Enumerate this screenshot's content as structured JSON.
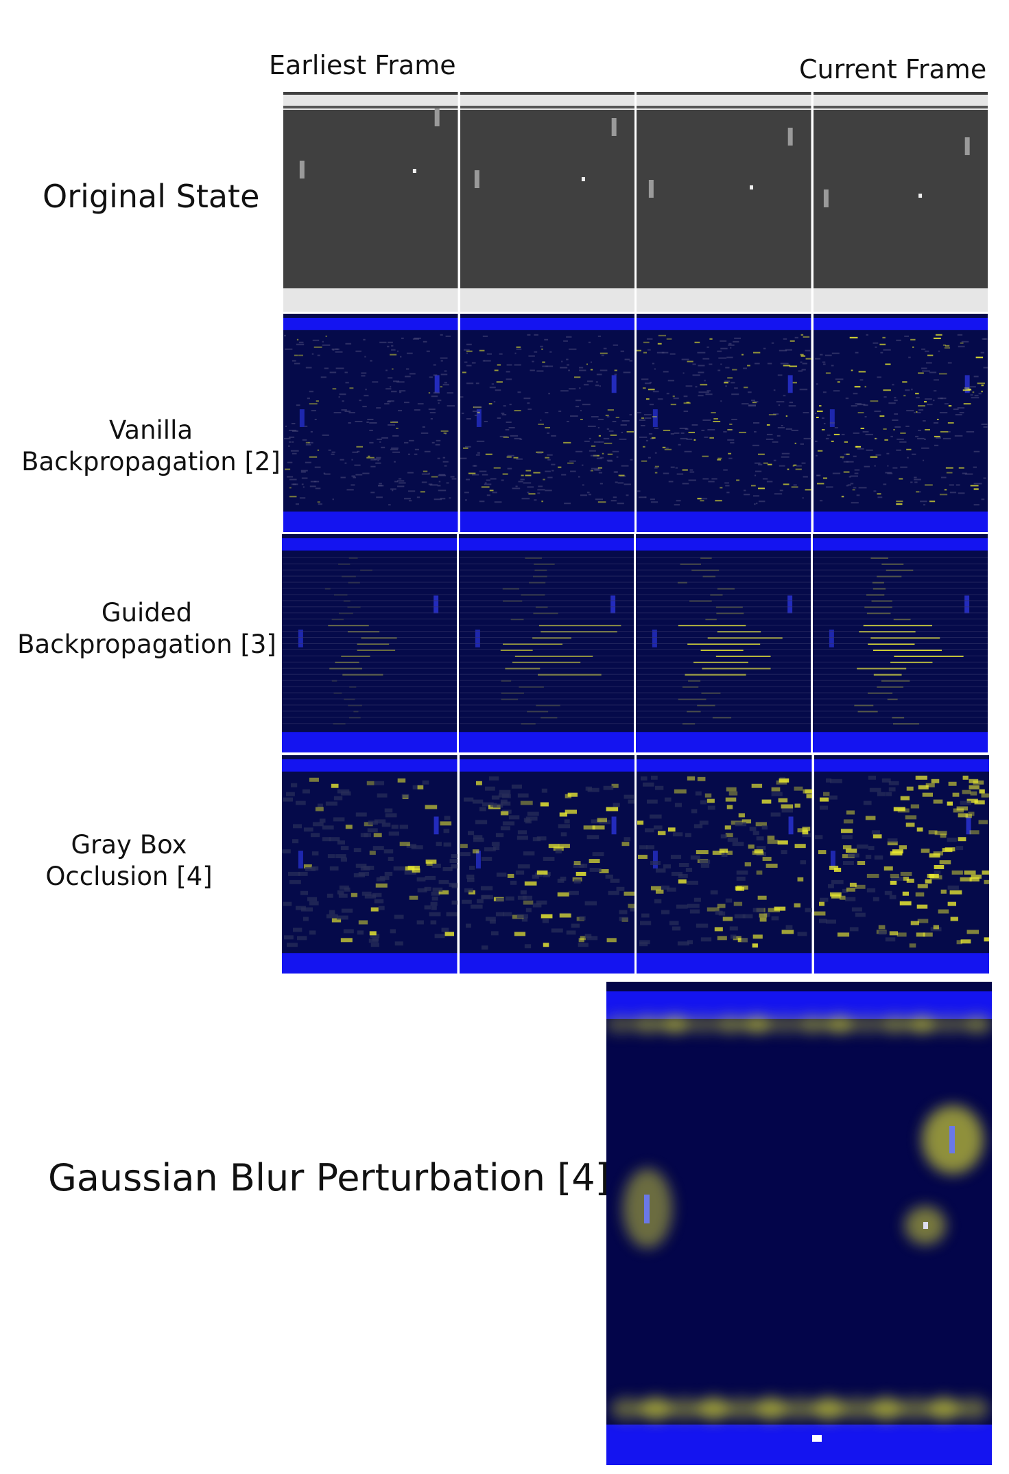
{
  "headers": {
    "earliest": "Earliest Frame",
    "current": "Current Frame"
  },
  "rows": [
    {
      "id": "original",
      "label_lines": [
        "Original State"
      ],
      "kind": "game"
    },
    {
      "id": "vanilla",
      "label_lines": [
        "Vanilla",
        "Backpropagation [2]"
      ],
      "kind": "vanilla"
    },
    {
      "id": "guided",
      "label_lines": [
        "Guided",
        "Backpropagation [3]"
      ],
      "kind": "guided"
    },
    {
      "id": "graybox",
      "label_lines": [
        "Gray Box",
        "Occlusion [4]"
      ],
      "kind": "occlusion"
    }
  ],
  "gaussian": {
    "label": "Gaussian Blur Perturbation [4]"
  },
  "colors": {
    "game_bg": "#404040",
    "game_bar": "#e6e6e6",
    "map_bg": "#050a4a",
    "map_bar": "#1414f0",
    "highlight": "#ecec30"
  },
  "frame_count": 4
}
